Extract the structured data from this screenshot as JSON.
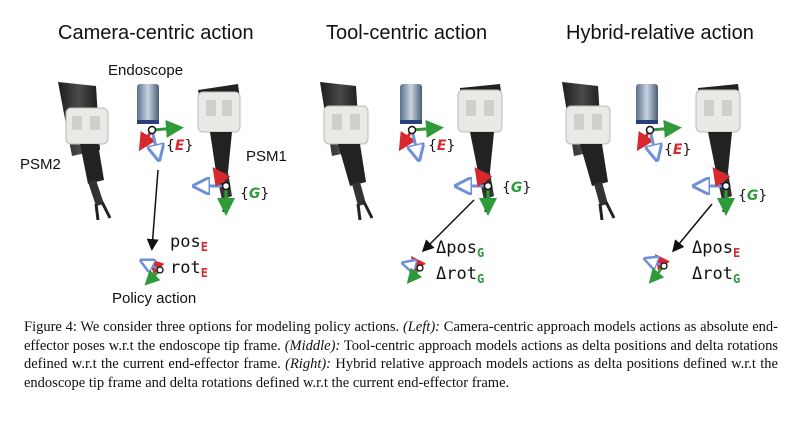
{
  "panels": [
    {
      "title": "Camera-centric action"
    },
    {
      "title": "Tool-centric action"
    },
    {
      "title": "Hybrid-relative action"
    }
  ],
  "labels": {
    "endoscope": "Endoscope",
    "psm1": "PSM1",
    "psm2": "PSM2",
    "policy_action": "Policy action"
  },
  "frames": {
    "open_brace": "{",
    "close_brace": "}",
    "e": "E",
    "g": "G"
  },
  "equations": {
    "left": {
      "line1": "pos",
      "sub1": "E",
      "line2": "rot",
      "sub2": "E"
    },
    "middle": {
      "line1": "Δpos",
      "sub1": "G",
      "line2": "Δrot",
      "sub2": "G"
    },
    "right": {
      "line1": "Δpos",
      "sub1": "E",
      "line2": "Δrot",
      "sub2": "G"
    }
  },
  "caption": {
    "prefix": "Figure 4:",
    "text1": " We consider three options for modeling policy actions. ",
    "left_tag": "(Left):",
    "text2": " Camera-centric approach models actions as absolute end-effector poses w.r.t the endoscope tip frame. ",
    "middle_tag": "(Middle):",
    "text3": " Tool-centric approach models actions as delta positions and delta rotations defined w.r.t the current end-effector frame. ",
    "right_tag": "(Right):",
    "text4": " Hybrid relative approach models actions as delta positions defined w.r.t the endoscope tip frame and delta rotations defined w.r.t the current end-effector frame."
  },
  "colors": {
    "red": "#d8282d",
    "green": "#2f9a3a",
    "blue": "#6f8fd8"
  }
}
